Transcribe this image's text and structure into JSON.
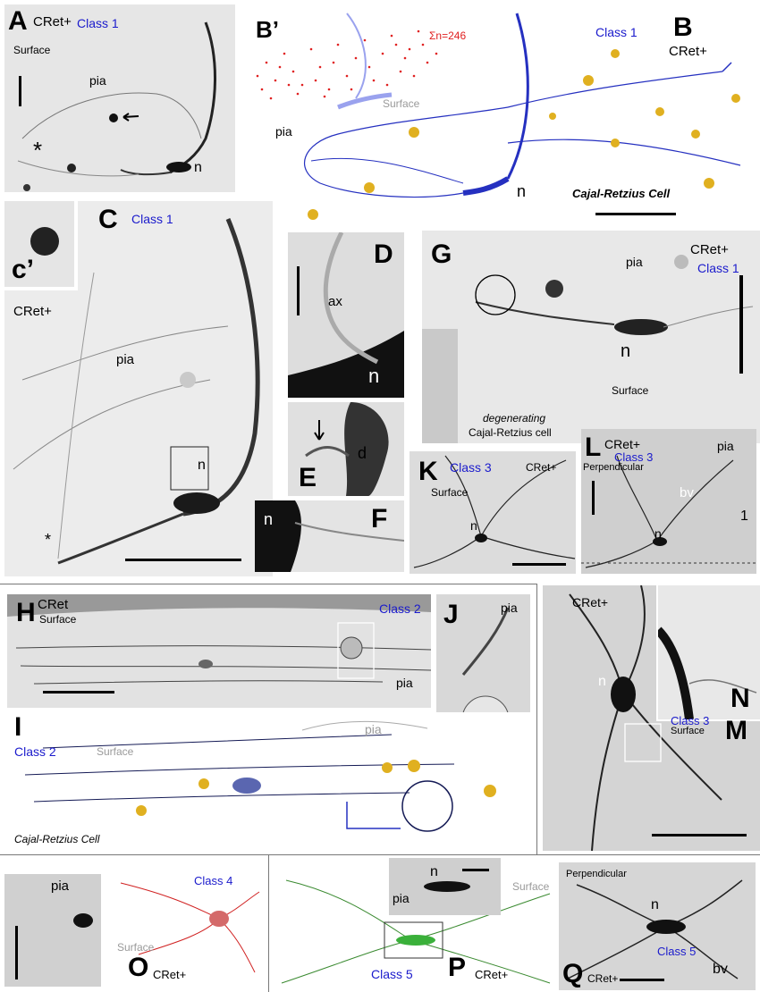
{
  "panels": {
    "A": {
      "letter": "A",
      "marker": "CRet+",
      "cls": "Class 1",
      "surface": "Surface",
      "pia": "pia",
      "n": "n",
      "asterisk": "*"
    },
    "B": {
      "letter": "B",
      "marker": "CRet+",
      "cls": "Class 1",
      "n": "n",
      "caption": "Cajal-Retzius Cell",
      "pia": "pia",
      "surface": "Surface",
      "bprime": "B’",
      "count": "Σn=246"
    },
    "C": {
      "letter": "C",
      "cprime": "c’",
      "marker": "CRet+",
      "cls": "Class 1",
      "pia": "pia",
      "n": "n",
      "asterisk": "*"
    },
    "D": {
      "letter": "D",
      "ax": "ax",
      "n": "n"
    },
    "E": {
      "letter": "E",
      "d": "d"
    },
    "F": {
      "letter": "F",
      "n": "n"
    },
    "G": {
      "letter": "G",
      "marker": "CRet+",
      "cls": "Class 1",
      "pia": "pia",
      "n": "n",
      "surface": "Surface",
      "degen1": "degenerating",
      "degen2": "Cajal-Retzius cell"
    },
    "K": {
      "letter": "K",
      "cls": "Class 3",
      "marker": "CRet+",
      "surface": "Surface",
      "n": "n"
    },
    "L": {
      "letter": "L",
      "marker": "CRet+",
      "cls": "Class 3",
      "perp": "Perpendicular",
      "pia": "pia",
      "bv": "bv",
      "n": "n",
      "one": "1"
    },
    "H": {
      "letter": "H",
      "marker": "CRet",
      "surface": "Surface",
      "cls": "Class 2",
      "pia": "pia"
    },
    "J": {
      "letter": "J",
      "pia": "pia"
    },
    "I": {
      "letter": "I",
      "cls": "Class 2",
      "surface": "Surface",
      "pia": "pia",
      "caption": "Cajal-Retzius Cell"
    },
    "M": {
      "letter": "M",
      "marker": "CRet+",
      "n": "n",
      "cls": "Class 3",
      "surface": "Surface"
    },
    "N": {
      "letter": "N"
    },
    "O": {
      "letter": "O",
      "marker": "CRet+",
      "pia": "pia",
      "cls": "Class 4",
      "surface": "Surface"
    },
    "P": {
      "letter": "P",
      "marker": "CRet+",
      "cls": "Class 5",
      "n": "n",
      "pia": "pia",
      "surface": "Surface"
    },
    "Q": {
      "letter": "Q",
      "marker": "CRet+",
      "perp": "Perpendicular",
      "n": "n",
      "cls": "Class 5",
      "bv": "bv"
    }
  },
  "colors": {
    "class_text": "#1a1acc",
    "trace_blue": "#2530c0",
    "trace_navy": "#141a55",
    "trace_red": "#d02020",
    "trace_green": "#3a8a30",
    "gold": "#e0b020",
    "dots_red": "#e02020"
  }
}
